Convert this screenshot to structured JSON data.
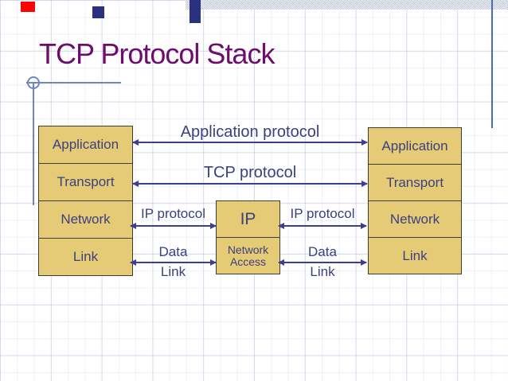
{
  "title": "TCP Protocol Stack",
  "left_stack": {
    "layers": [
      "Application",
      "Transport",
      "Network",
      "Link"
    ]
  },
  "right_stack": {
    "layers": [
      "Application",
      "Transport",
      "Network",
      "Link"
    ]
  },
  "center_box": {
    "top_label": "IP",
    "bottom_label_line1": "Network",
    "bottom_label_line2": "Access"
  },
  "labels": {
    "application_protocol": "Application protocol",
    "tcp_protocol": "TCP protocol",
    "ip_protocol_left": "IP protocol",
    "ip_protocol_right": "IP protocol",
    "data_link_left_line1": "Data",
    "data_link_left_line2": "Link",
    "data_link_right_line1": "Data",
    "data_link_right_line2": "Link"
  },
  "colors": {
    "title_text": "#6d0d6d",
    "box_fill": "#e6cb76",
    "box_border": "#3e3e31",
    "box_text": "#3a4080",
    "arrow": "#3d3d92",
    "accent_red": "#fa0505",
    "accent_navy": "#2b307f",
    "band_lavender": "#b3bfe9",
    "ornament_blue": "#7186bd"
  }
}
